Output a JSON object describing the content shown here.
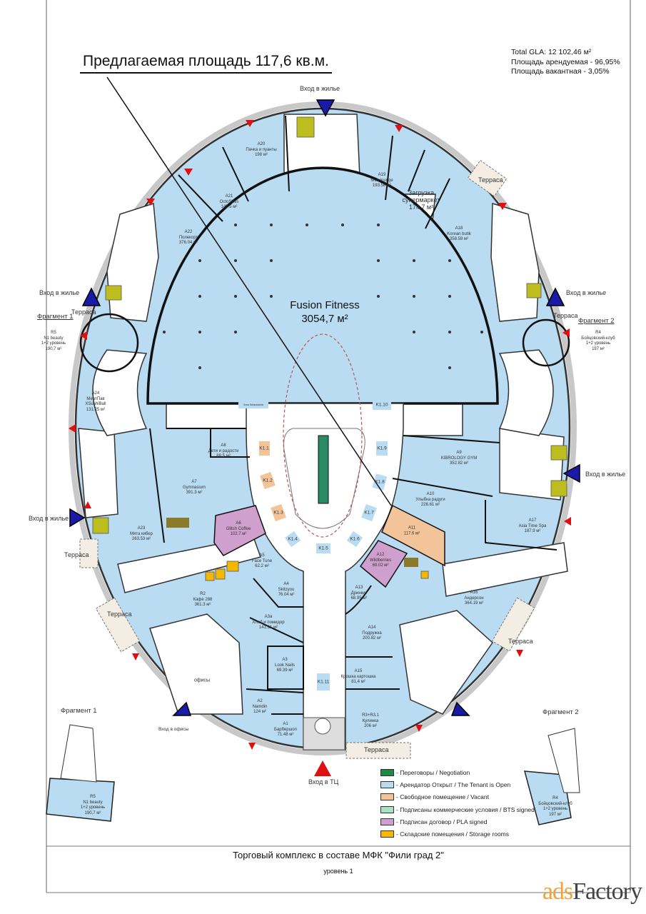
{
  "header": {
    "title": "Предлагаемая площадь 117,6 кв.м.",
    "stats": [
      "Total GLA:  12 102,46 м²",
      "Площадь арендуемая - 96,95%",
      "Площадь вакантная - 3,05%"
    ]
  },
  "fitness": {
    "name": "Fusion Fitness",
    "area": "3054,7 м²"
  },
  "units": {
    "a20": {
      "id": "A20",
      "name": "Пачка и пуанты",
      "area": "198 м²"
    },
    "a21": {
      "id": "A21",
      "name": "OctoSkills",
      "area": "147.5 м²"
    },
    "a22": {
      "id": "A22",
      "name": "Полекорт",
      "area": "376.04 м²"
    },
    "a19": {
      "id": "A19",
      "name": "Mun lounge",
      "area": "193.58 м²"
    },
    "super": {
      "id": "Загрузка",
      "name": "супермаркет",
      "area": "174.7 м²"
    },
    "a18": {
      "id": "A18",
      "name": "Korean butik",
      "area": "358.59 м²"
    },
    "r5": {
      "id": "R5",
      "name": "N1 beauty",
      "level": "1+2 уровень",
      "area": "190,7 м²"
    },
    "r4": {
      "id": "R4",
      "name": "Бойцовский-клуб",
      "level": "1+2 уровень",
      "area": "197 м²"
    },
    "a24": {
      "id": "A24",
      "name": "МеатПав",
      "name2": "XSushiBall",
      "area": "131.25 м²"
    },
    "a8": {
      "id": "A8",
      "name": "Дети и радости",
      "area": "88.5 м²"
    },
    "a7": {
      "id": "A7",
      "name": "Gymnasium",
      "area": "391.3 м²"
    },
    "a23": {
      "id": "A23",
      "name": "Мята кибер",
      "area": "263.53 м²"
    },
    "a6": {
      "id": "A6",
      "name": "Glitch Coffee",
      "area": "102.7 м²"
    },
    "a5": {
      "id": "A5",
      "name": "Face Tune",
      "area": "62.2 м²"
    },
    "a4": {
      "id": "A4",
      "name": "Skitzyou",
      "area": "76.04 м²"
    },
    "r2": {
      "id": "R2",
      "name": "Кафе 288",
      "area": "361.3 м²"
    },
    "a3a": {
      "id": "A3а",
      "name": "Хлеб и помидор",
      "area": "141.21 м²"
    },
    "a3": {
      "id": "A3",
      "name": "Look Nails",
      "area": "69.39 м²"
    },
    "a2": {
      "id": "A2",
      "name": "Namdin",
      "area": "124 м²"
    },
    "a1": {
      "id": "A1",
      "name": "Барбершоп",
      "area": "71.48 м²"
    },
    "a9": {
      "id": "A9",
      "name": "KIBROLOGY GYM",
      "area": "352.82 м²"
    },
    "a10": {
      "id": "A10",
      "name": "Улыбка радуги",
      "area": "226.81 м²"
    },
    "a11": {
      "id": "A11",
      "area": "117.6 м²"
    },
    "a17": {
      "id": "A17",
      "name": "Asia Time Spa",
      "area": "187.9 м²"
    },
    "a12": {
      "id": "A12",
      "name": "Wildberries",
      "area": "69.02 м²"
    },
    "a13": {
      "id": "A13",
      "name": "Дринкит",
      "area": "68.95 м²"
    },
    "a16": {
      "id": "A16",
      "name": "Андерсон",
      "area": "364.19 м²"
    },
    "a14": {
      "id": "A14",
      "name": "Подружка",
      "area": "200.82 м²"
    },
    "a15": {
      "id": "A15",
      "name": "Крошка картошка",
      "area": "81,4 м²"
    },
    "r3": {
      "id": "R3+R3.1",
      "name": "Кулинка",
      "area": "206 м²"
    }
  },
  "kiosks": [
    "K1.1",
    "K1.2",
    "K1.3",
    "K1.4",
    "K1.5",
    "K1.6",
    "K1.7",
    "K1.8",
    "K1.9",
    "K1.10",
    "K1.11"
  ],
  "atm_zone": "Зона банкоматов",
  "offices": "офисы",
  "entrances": {
    "residential": "Вход в жилье",
    "offices": "Вход в  офисы",
    "mall": "Вход в ТЦ"
  },
  "terrace": "Терраса",
  "fragments": {
    "f1": "Фрагмент 1",
    "f2": "Фрагмент 2"
  },
  "legend": [
    {
      "color": "#1e8a44",
      "label": "- Переговоры / Negotiation"
    },
    {
      "color": "#b9dcf3",
      "label": "- Арендатор Открыт / The Tenant is Open"
    },
    {
      "color": "#f3c39a",
      "label": "- Свободное помещение / Vacant"
    },
    {
      "color": "#a8e3c0",
      "label": "- Подписаны коммерческие условия / BTS signed"
    },
    {
      "color": "#cf9fcd",
      "label": "- Подписан договор / PLA signed"
    },
    {
      "color": "#f5b800",
      "label": " - Складские помещения / Storage rooms"
    }
  ],
  "footer": {
    "title": "Торговый комплекс в составе МФК \"Фили град 2\"",
    "subtitle": "уровень 1"
  },
  "watermark": {
    "part1": "ads",
    "part2": "Factory"
  },
  "colors": {
    "open": "#b9dcf3",
    "vacant": "#f3c39a",
    "pla": "#cf9fcd",
    "storage": "#f5b800",
    "entry_residential": "#1a1aa8",
    "entry_mall": "#e01010"
  }
}
